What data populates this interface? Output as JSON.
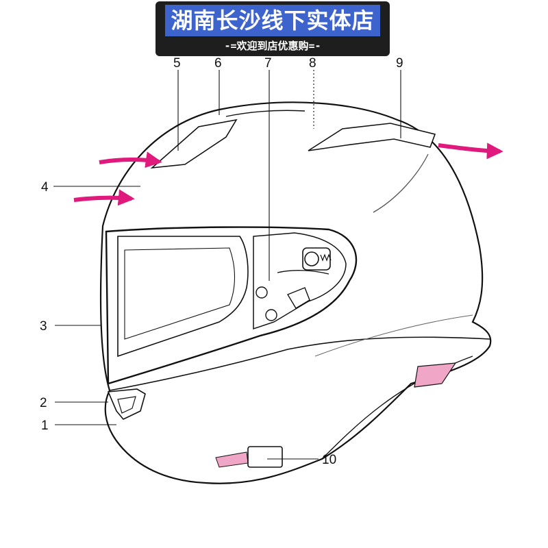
{
  "banner": {
    "title": "湖南长沙线下实体店",
    "subtitle": "-=欢迎到店优惠购=-"
  },
  "callouts": [
    {
      "id": "1",
      "label": "1"
    },
    {
      "id": "2",
      "label": "2"
    },
    {
      "id": "3",
      "label": "3"
    },
    {
      "id": "4",
      "label": "4"
    },
    {
      "id": "5",
      "label": "5"
    },
    {
      "id": "6",
      "label": "6"
    },
    {
      "id": "7",
      "label": "7"
    },
    {
      "id": "8",
      "label": "8"
    },
    {
      "id": "9",
      "label": "9"
    },
    {
      "id": "10",
      "label": "10"
    }
  ],
  "colors": {
    "airflow_arrow": "#e0197d",
    "pink_accent": "#f0a6c6",
    "banner_bg": "#1e1e1e",
    "banner_title_bg": "#3d63cc"
  },
  "icons": [
    "airflow-intake-arrow",
    "airflow-exhaust-arrow"
  ]
}
